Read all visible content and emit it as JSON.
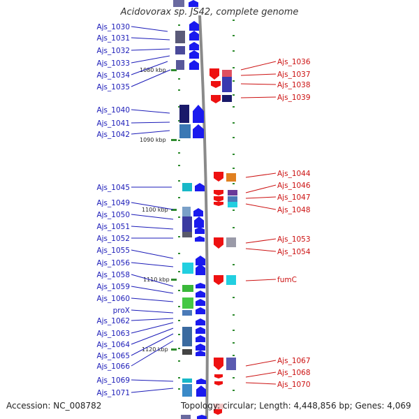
{
  "title": "Acidovorax sp. JS42, complete genome",
  "footer": {
    "accession": "Accession: NC_008782",
    "summary": "Topology: circular; Length: 4,448,856 bp; Genes: 4,069"
  },
  "colors": {
    "left_label": "#1b1bb8",
    "right_label": "#cc1111",
    "backbone": "#8a8a8a",
    "plus_arrow": "#1a1aee",
    "minus_arrow": "#ee1111",
    "tick": "#2e8b2e"
  },
  "kbp_markers": [
    "1080 kbp",
    "1090 kbp",
    "1100 kbp",
    "1110 kbp",
    "1120 kbp"
  ],
  "left_genes": [
    "Ajs_1030",
    "Ajs_1031",
    "Ajs_1032",
    "Ajs_1033",
    "Ajs_1034",
    "Ajs_1035",
    "Ajs_1040",
    "Ajs_1041",
    "Ajs_1042",
    "Ajs_1045",
    "Ajs_1049",
    "Ajs_1050",
    "Ajs_1051",
    "Ajs_1052",
    "Ajs_1055",
    "Ajs_1056",
    "Ajs_1058",
    "Ajs_1059",
    "Ajs_1060",
    "proX",
    "Ajs_1062",
    "Ajs_1063",
    "Ajs_1064",
    "Ajs_1065",
    "Ajs_1066",
    "Ajs_1069",
    "Ajs_1071"
  ],
  "right_genes": [
    "Ajs_1036",
    "Ajs_1037",
    "Ajs_1038",
    "Ajs_1039",
    "Ajs_1044",
    "Ajs_1046",
    "Ajs_1047",
    "Ajs_1048",
    "Ajs_1053",
    "Ajs_1054",
    "fumC",
    "Ajs_1067",
    "Ajs_1068",
    "Ajs_1070"
  ]
}
